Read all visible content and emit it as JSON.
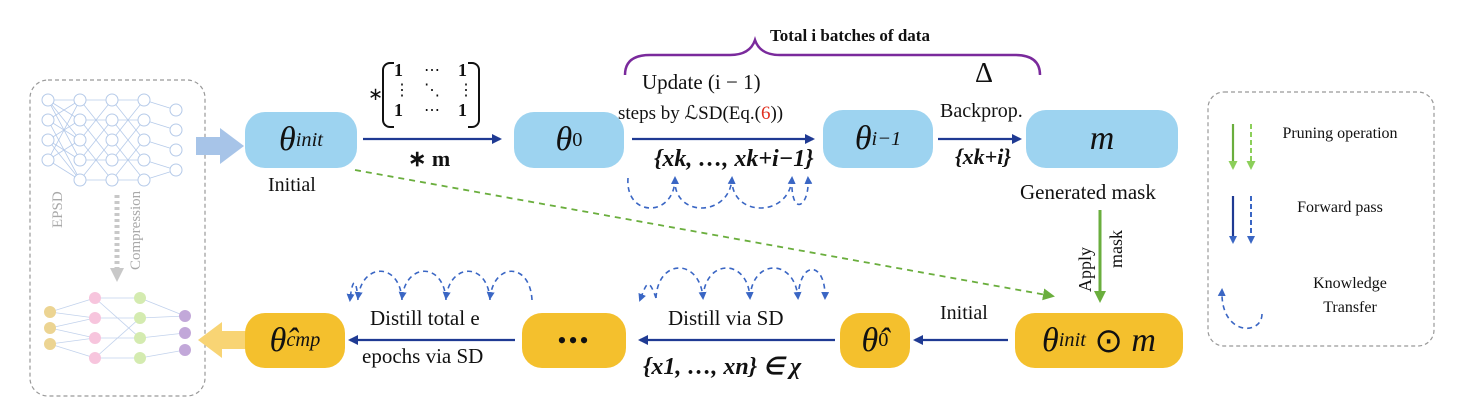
{
  "top_bracket_label": "Total i batches of data",
  "nodes": {
    "theta_init": "θinit",
    "theta_0": "θ0",
    "theta_i_minus_1": "θi−1",
    "mask": "m",
    "theta_init_masked": "θinit ⊙ m",
    "theta_hat_0": "θ̂0",
    "ellipsis": "•••",
    "theta_hat_cmp": "θ̂cmp"
  },
  "labels": {
    "initial_top": "Initial",
    "initial_bottom": "Initial",
    "times_m": "∗ m",
    "matrix_star": "∗",
    "update_line1": "Update (i − 1)",
    "update_line2_prefix": "steps by ℒSD(Eq.(",
    "update_eq_num": "6",
    "update_line2_suffix": "))",
    "batch_set": "{xk, …, xk+i−1}",
    "delta": "Δ",
    "backprop": "Backprop.",
    "single_batch": "{xk+i}",
    "generated_mask": "Generated mask",
    "apply_mask_1": "Apply",
    "apply_mask_2": "mask",
    "distill_sd": "Distill via SD",
    "dataset": "{x1, …, xn} ∈ χ",
    "distill_total_1": "Distill total e",
    "distill_total_2": "epochs via SD",
    "epsd": "EPSD",
    "compression": "Compression"
  },
  "matrix": {
    "row1": [
      "1",
      "⋯",
      "1"
    ],
    "row2": [
      "⋮",
      "⋱",
      "⋮"
    ],
    "row3": [
      "1",
      "⋯",
      "1"
    ]
  },
  "legend": {
    "pruning": "Pruning operation",
    "forward": "Forward pass",
    "knowledge": "Knowledge Transfer"
  },
  "colors": {
    "blue_node": "#9dd3f0",
    "gold_node": "#f4c02d",
    "forward_arrow": "#1f3a93",
    "pruning_arrow": "#6aae3d",
    "bracket": "#7a2a9c",
    "equation_ref": "#e03020"
  }
}
